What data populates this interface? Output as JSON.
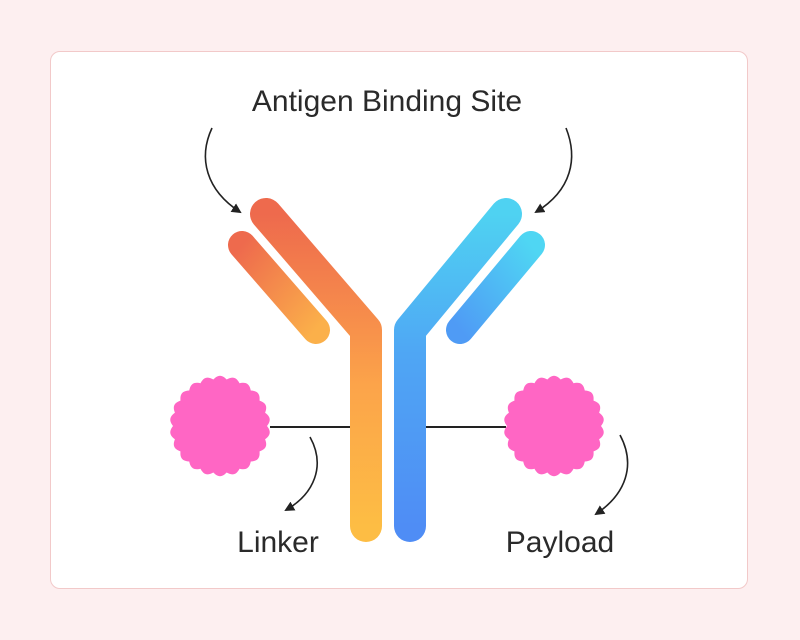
{
  "labels": {
    "antigen_binding_site": "Antigen Binding Site",
    "linker": "Linker",
    "payload": "Payload"
  },
  "colors": {
    "background": "#fdeff0",
    "card": "#ffffff",
    "left_chain_top": "#ef6a4c",
    "left_chain_bottom": "#fdbb44",
    "right_chain_top": "#4fd0f3",
    "right_chain_bottom": "#4f8ef5",
    "payload": "#ff66c4",
    "line": "#222222"
  }
}
